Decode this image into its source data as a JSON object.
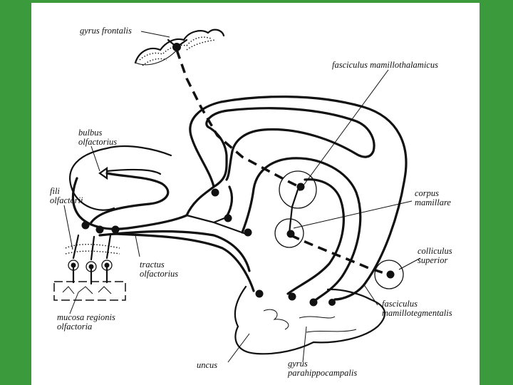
{
  "labels": {
    "gyrus_frontalis": "gyrus frontalis",
    "fasciculus_mamillothalamicus": "fasciculus mamillothalamicus",
    "bulbus_olfactorius_1": "bulbus",
    "bulbus_olfactorius_2": "olfactorius",
    "fili_olfactorii_1": "fili",
    "fili_olfactorii_2": "olfactorii",
    "corpus_mamillare_1": "corpus",
    "corpus_mamillare_2": "mamillare",
    "tractus_olfactorius_1": "tractus",
    "tractus_olfactorius_2": "olfactorius",
    "colliculus_superior_1": "colliculus",
    "colliculus_superior_2": "superior",
    "fasciculus_mamillotegmentalis_1": "fasciculus",
    "fasciculus_mamillotegmentalis_2": "mamillotegmentalis",
    "mucosa_regionis_olfactoria_1": "mucosa regionis",
    "mucosa_regionis_olfactoria_2": "olfactoria",
    "uncus": "uncus",
    "gyrus_parahippocampalis_1": "gyrus",
    "gyrus_parahippocampalis_2": "parahippocampalis"
  },
  "colors": {
    "frame": "#3a9a3c",
    "background": "#ffffff",
    "ink": "#111111"
  }
}
